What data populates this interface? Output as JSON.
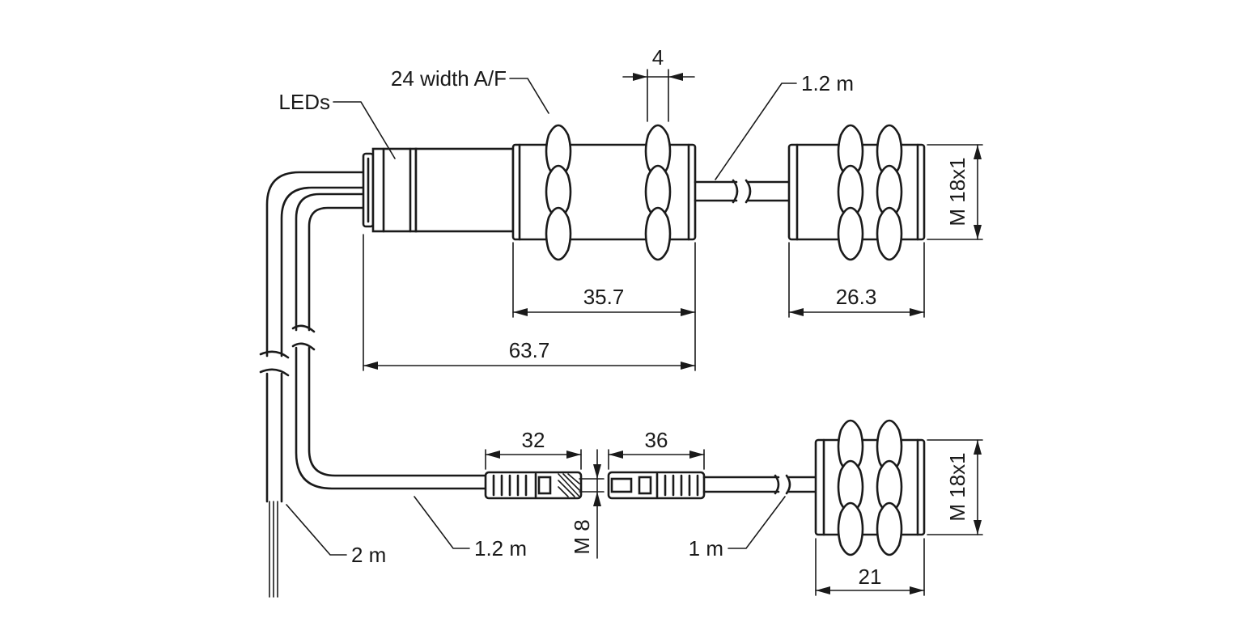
{
  "labels": {
    "leds": "LEDs",
    "width_af": "24 width A/F",
    "dim_4": "4",
    "cable_1_2m_top": "1.2 m",
    "thread_top": "M 18x1",
    "dim_35_7": "35.7",
    "dim_26_3": "26.3",
    "dim_63_7": "63.7",
    "dim_32": "32",
    "dim_36": "36",
    "thread_bottom": "M 18x1",
    "cable_2m": "2 m",
    "cable_1_2m_bottom": "1.2 m",
    "connector_m8": "M 8",
    "cable_1m": "1 m",
    "dim_21": "21"
  },
  "colors": {
    "line": "#1a1a1a",
    "background": "#ffffff"
  }
}
